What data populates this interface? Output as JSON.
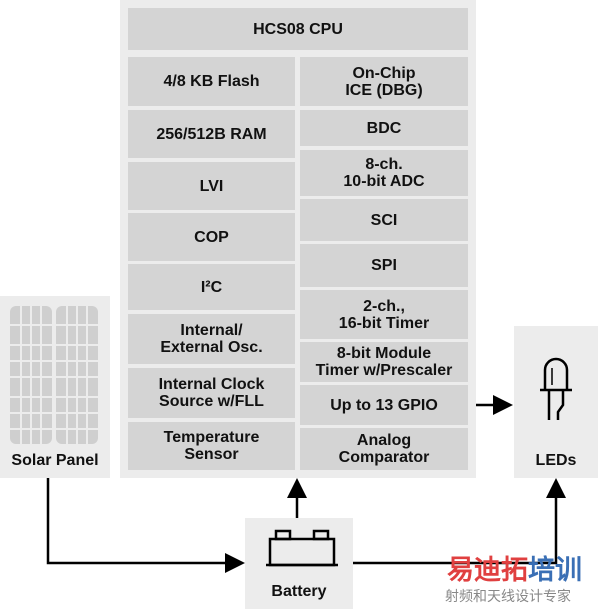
{
  "mcu": {
    "cpu": "HCS08 CPU",
    "left": [
      "4/8 KB Flash",
      "256/512B RAM",
      "LVI",
      "COP",
      "I²C",
      "Internal/\nExternal Osc.",
      "Internal Clock\nSource w/FLL",
      "Temperature\nSensor"
    ],
    "right": [
      "On-Chip\nICE (DBG)",
      "BDC",
      "8-ch.\n10-bit ADC",
      "SCI",
      "SPI",
      "2-ch.,\n16-bit Timer",
      "8-bit Module\nTimer w/Prescaler",
      "Up to 13 GPIO",
      "Analog\nComparator"
    ]
  },
  "solar_panel": {
    "label": "Solar Panel",
    "icon": "solar-panel-icon"
  },
  "leds": {
    "label": "LEDs",
    "icon": "led-icon"
  },
  "battery": {
    "label": "Battery",
    "icon": "battery-icon"
  },
  "watermark": {
    "brand_red": "易迪拓",
    "brand_blue": "培训",
    "tagline": "射频和天线设计专家",
    "colors": {
      "red": "#e04040",
      "blue": "#3a6fb5"
    }
  }
}
